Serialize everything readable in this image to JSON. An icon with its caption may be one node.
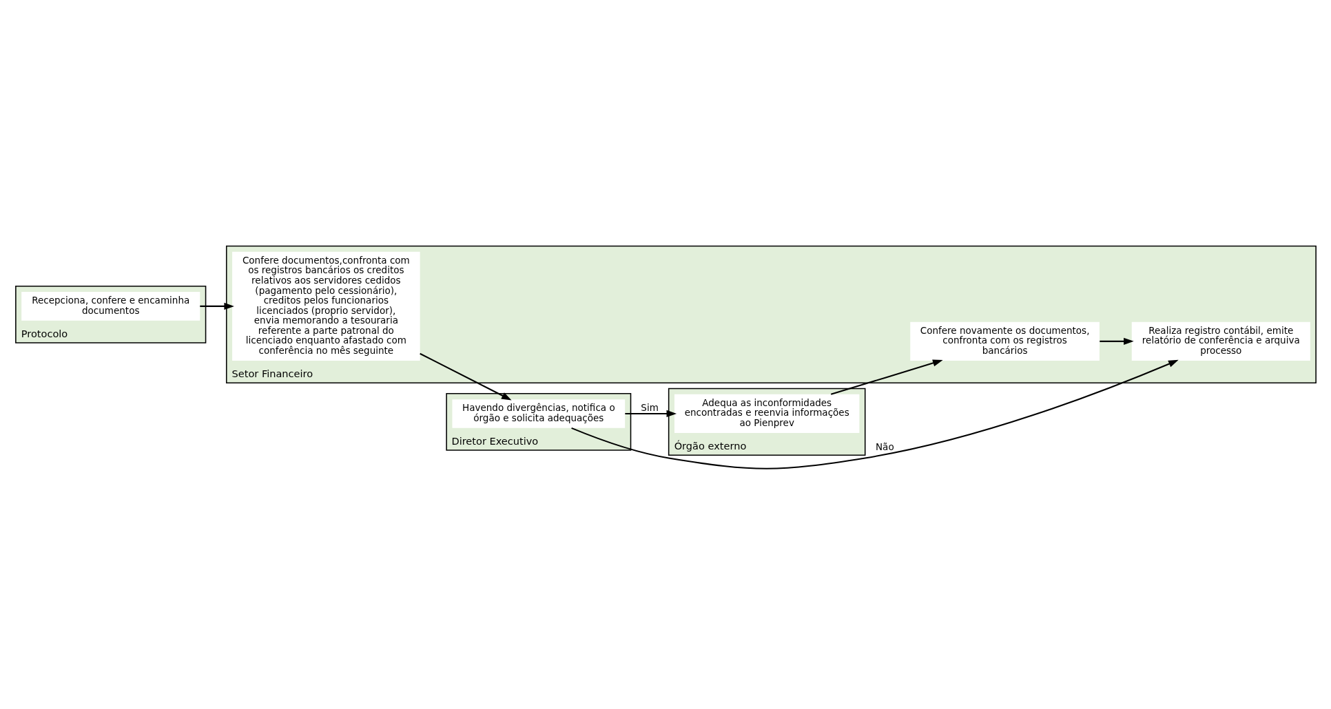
{
  "diagram": {
    "nodes": [
      {
        "text": [
          "Protocolo"
        ]
      },
      {
        "text": [
          "Recepciona, confere e encaminha documentos"
        ],
        "in": 0
      },
      {
        "text": [
          "Setor Financeiro"
        ]
      },
      {
        "text": [
          "Confere documentos,confronta com os registros bancários os creditos relativos aos servidores cedidos (pagamento pelo cessionário), creditos pelos funcionarios licenciados (proprio servidor), envia memorando a tesouraria referente a parte patronal do licenciado enquanto afastado com conferência no mês seguinte"
        ],
        "in": 2
      },
      {
        "text": [
          "Confere novamente os documentos, confronta com os registros bancários"
        ],
        "in": 2
      },
      {
        "text": [
          "Realiza registro contábil, emite relatório de conferência e arquiva processo"
        ],
        "in": 2
      },
      {
        "text": [
          "Diretor Executivo"
        ]
      },
      {
        "text": [
          "Havendo divergências, notifica o órgão e solicita adequações"
        ],
        "in": 6
      },
      {
        "text": [
          "Órgão externo"
        ]
      },
      {
        "text": [
          "Adequa as inconformidades encontradas e reenvia informações ao Pienprev"
        ],
        "in": 8
      }
    ],
    "edges": [
      {
        "from": 1,
        "to": 3,
        "arrow": "to"
      },
      {
        "from": 3,
        "to": 7,
        "arrow": "to"
      },
      {
        "from": 7,
        "to": 9,
        "arrow": "to",
        "label": "Sim"
      },
      {
        "from": 7,
        "to": 5,
        "arrow": "to",
        "label": "Não"
      },
      {
        "from": 9,
        "to": 4,
        "arrow": "to"
      },
      {
        "from": 4,
        "to": 5,
        "arrow": "to"
      }
    ]
  }
}
